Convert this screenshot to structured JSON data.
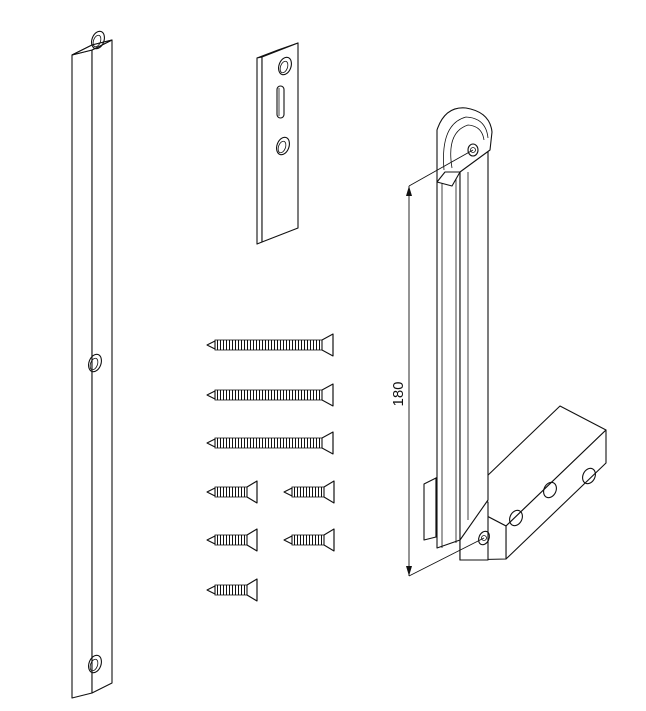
{
  "diagram": {
    "type": "exploded parts drawing",
    "parts": [
      {
        "id": "long-mounting-strip",
        "holes": 3
      },
      {
        "id": "short-mounting-plate",
        "holes": 2,
        "slots": 1
      },
      {
        "id": "roller-arm-bracket",
        "roller": true,
        "holes_in_base": 4
      }
    ],
    "screws": {
      "long": {
        "count": 3
      },
      "short": {
        "count": 5
      }
    },
    "dimension": {
      "label": "180",
      "orientation": "vertical"
    }
  }
}
